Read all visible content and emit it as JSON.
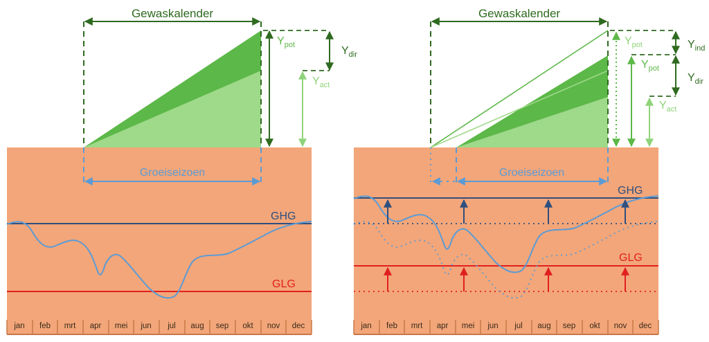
{
  "colors": {
    "soil": "#f3a679",
    "soil_edge": "#c87848",
    "dark_green": "#2e6a1f",
    "mid_green": "#5cb848",
    "light_green": "#9fd98a",
    "pale_green": "#8fd37a",
    "blue": "#5b9bd5",
    "navy": "#2f4f7f",
    "red": "#e02020"
  },
  "months": [
    "jan",
    "feb",
    "mrt",
    "apr",
    "mei",
    "jun",
    "jul",
    "aug",
    "sep",
    "okt",
    "nov",
    "dec"
  ],
  "left_panel": {
    "title": "Gewaskalender",
    "season_label": "Groeiseizoen",
    "ghg_label": "GHG",
    "glg_label": "GLG",
    "ypot": {
      "main": "Y",
      "sub": "pot"
    },
    "ydir": {
      "main": "Y",
      "sub": "dir"
    },
    "yact": {
      "main": "Y",
      "sub": "act"
    }
  },
  "right_panel": {
    "title": "Gewaskalender",
    "season_label": "Groeiseizoen",
    "ghg_label": "GHG",
    "glg_label": "GLG",
    "ypot_top": {
      "main": "Y",
      "sub": "pot"
    },
    "yind": {
      "main": "Y",
      "sub": "ind"
    },
    "ypot_mid": {
      "main": "Y",
      "sub": "pot"
    },
    "ydir": {
      "main": "Y",
      "sub": "dir"
    },
    "yact": {
      "main": "Y",
      "sub": "act"
    }
  }
}
